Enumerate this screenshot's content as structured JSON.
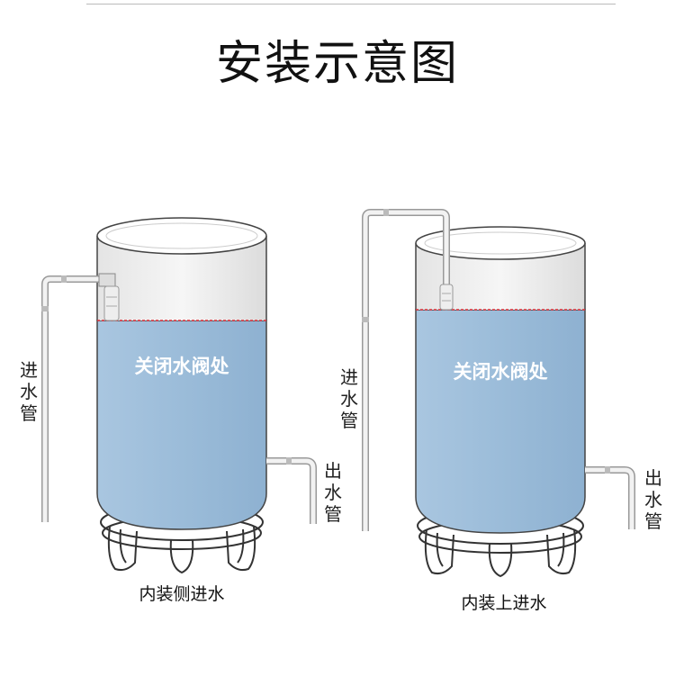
{
  "title": "安装示意图",
  "left_tank": {
    "water_label": "关闭水阀处",
    "inlet_label": [
      "进",
      "水",
      "管"
    ],
    "outlet_label": [
      "出",
      "水",
      "管"
    ],
    "caption": "内装侧进水"
  },
  "right_tank": {
    "water_label": "关闭水阀处",
    "inlet_label": [
      "进",
      "水",
      "管"
    ],
    "outlet_label": [
      "出",
      "水",
      "管"
    ],
    "caption": "内装上进水"
  },
  "colors": {
    "water": "#9bbcd9",
    "tank_top": "#eeeeee",
    "water_line": "#e0303a",
    "outline": "#333333"
  }
}
